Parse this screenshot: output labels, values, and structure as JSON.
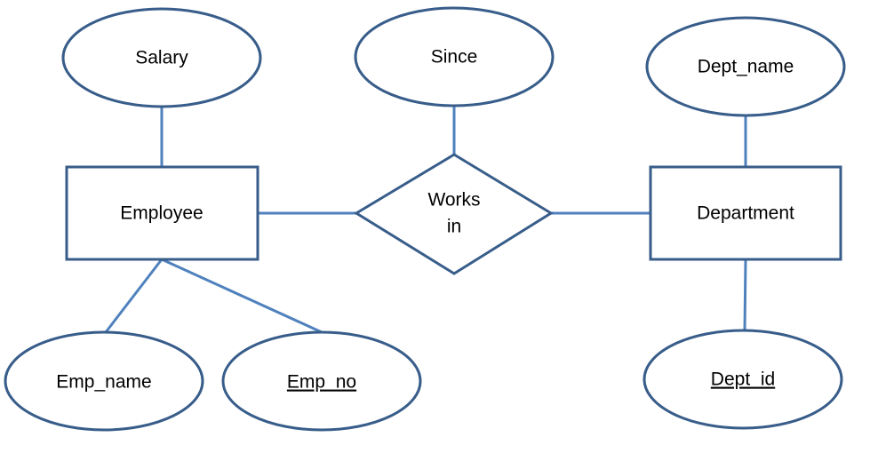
{
  "diagram": {
    "entities": {
      "employee": "Employee",
      "department": "Department"
    },
    "relationship": {
      "line1": "Works",
      "line2": "in"
    },
    "attributes": {
      "salary": "Salary",
      "since": "Since",
      "dept_name": "Dept_name",
      "emp_name": "Emp_name",
      "emp_no": "Emp_no",
      "dept_id": "Dept_id"
    }
  },
  "colors": {
    "connector": "#4F81BD",
    "shape_outline": "#385D8A",
    "fill": "#FFFFFF",
    "text": "#000000"
  }
}
